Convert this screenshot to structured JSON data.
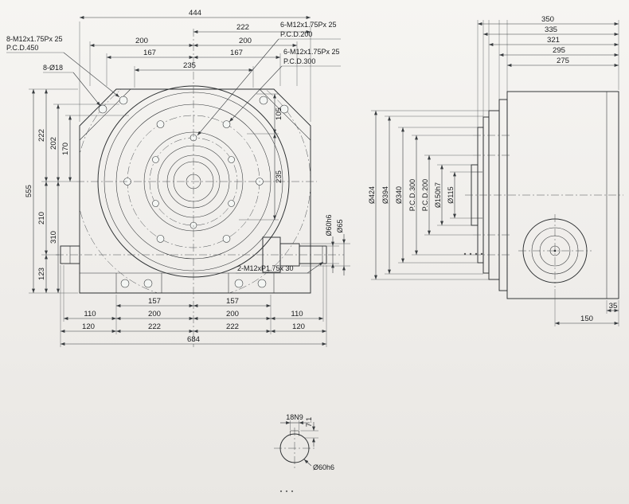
{
  "front": {
    "callouts": {
      "m8_line1": "8-M12x1.75Px 25",
      "m8_line2": "P.C.D.450",
      "d18": "8-Ø18",
      "m6a_line1": "6-M12x1.75Px 25",
      "m6a_line2": "P.C.D.200",
      "m6b_line1": "6-M12x1.75Px 25",
      "m6b_line2": "P.C.D.300",
      "shaft": "2-M12xP1.75x 30"
    },
    "top": {
      "d444": "444",
      "d222": "222",
      "d200l": "200",
      "d200r": "200",
      "d167l": "167",
      "d167r": "167",
      "d235": "235"
    },
    "left": {
      "d555": "555",
      "d222": "222",
      "d202": "202",
      "d170": "170",
      "d210": "210",
      "d310": "310",
      "d123": "123"
    },
    "right": {
      "d105": "105",
      "d235": "235",
      "d60": "Ø60h6",
      "d65": "Ø65"
    },
    "bottom": {
      "d157l": "157",
      "d157r": "157",
      "d110l": "110",
      "d200l": "200",
      "d200r": "200",
      "d110r": "110",
      "d120l": "120",
      "d222l": "222",
      "d222r": "222",
      "d120r": "120",
      "d684": "684"
    }
  },
  "side": {
    "top": {
      "d350": "350",
      "d335": "335",
      "d321": "321",
      "d295": "295",
      "d275": "275"
    },
    "left": {
      "d424": "Ø424",
      "d394": "Ø394",
      "d340": "Ø340",
      "pcd300": "P.C.D.300",
      "pcd200": "P.C.D.200",
      "d150": "Ø150h7",
      "d115": "Ø115"
    },
    "bottom": {
      "d35": "35",
      "d150": "150"
    }
  },
  "detail": {
    "key_width": "18N9",
    "key_depth": "7.1",
    "dia": "Ø60h6"
  }
}
